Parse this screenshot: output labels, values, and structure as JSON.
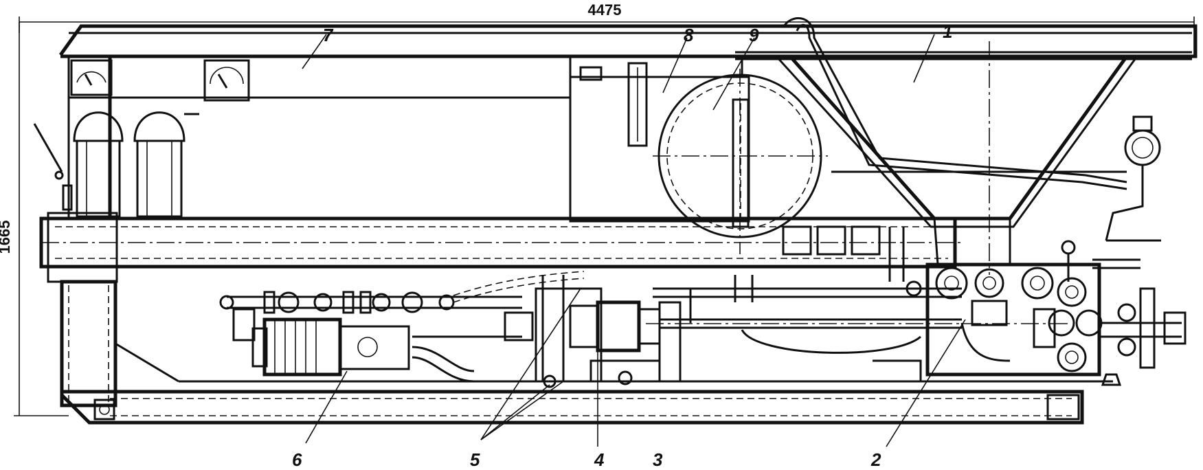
{
  "dimensions": {
    "overall_length": "4475",
    "overall_height": "1665"
  },
  "callouts": [
    "1",
    "2",
    "3",
    "4",
    "5",
    "6",
    "7",
    "8",
    "9"
  ]
}
